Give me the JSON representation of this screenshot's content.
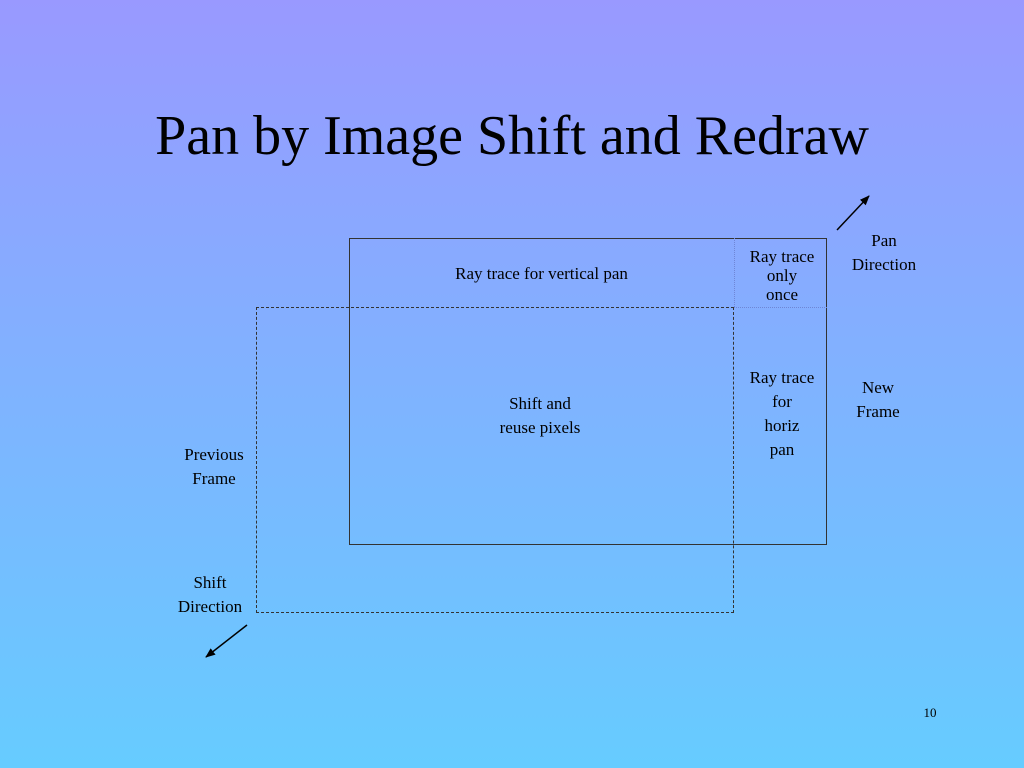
{
  "slide": {
    "title": "Pan by Image Shift and Redraw",
    "number": "10"
  },
  "diagram": {
    "vertical_pan_region": "Ray trace for vertical pan",
    "corner_region": [
      "Ray trace",
      "only",
      "once"
    ],
    "shift_region": [
      "Shift and",
      "reuse pixels"
    ],
    "horiz_pan_region": [
      "Ray trace",
      "for",
      "horiz",
      "pan"
    ],
    "pan_direction": [
      "Pan",
      "Direction"
    ],
    "new_frame": [
      "New",
      "Frame"
    ],
    "previous_frame": [
      "Previous",
      "Frame"
    ],
    "shift_direction": [
      "Shift",
      "Direction"
    ]
  }
}
